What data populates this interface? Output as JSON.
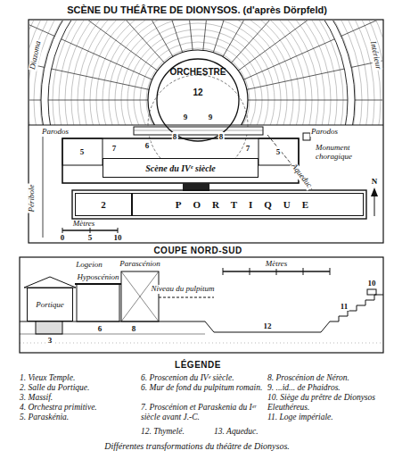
{
  "diagram": {
    "title": "SCÈNE DU THÉÂTRE DE DIONYSOS. (d'après Dörpfeld)",
    "caption": "Différentes transformations du théâtre de Dionysos.",
    "nodes": [
      {
        "text": [
          "ORCHESTRE",
          "12"
        ]
      },
      {
        "text": [
          "Scène du IVᵉ siècle"
        ]
      },
      {
        "text": [
          "2"
        ]
      },
      {
        "text": [
          "PORTIQUE"
        ]
      },
      {
        "text": [
          "Portique"
        ]
      }
    ],
    "labels": [
      "Diazoma",
      "Intérieur",
      "Parodos",
      "Parodos",
      "Monument choragique",
      "Péribole",
      "Mètres",
      "0",
      "5",
      "10",
      "N",
      "Aqueduc",
      "9",
      "9",
      "8",
      "8",
      "7",
      "7",
      "5",
      "5",
      "6",
      "COUPE NORD-SUD",
      "Logeion",
      "Parascénion",
      "Hyposcénion",
      "Niveau du pulpitum",
      "Mètres",
      "3",
      "6",
      "8",
      "12",
      "10",
      "11",
      "LÉGENDE"
    ],
    "legend": [
      {
        "text": "1. Vieux Temple."
      },
      {
        "text": "2. Salle du Portique."
      },
      {
        "text": "3. Massif."
      },
      {
        "text": "4. Orchestra primitive."
      },
      {
        "text": "5. Paraskénia."
      },
      {
        "text": "6. Proscenion du IVᵉ siècle."
      },
      {
        "text": "6. Mur de fond du pulpitum romain."
      },
      {
        "text": "7. Proscénion et Paraskenia du Iᵉʳ siècle avant J.-C."
      },
      {
        "text": "8. Proscénion de Néron."
      },
      {
        "text": "9. ...id... de Phaidros."
      },
      {
        "text": "10. Siège du prêtre de Dionysos Eleuthéreus."
      },
      {
        "text": "11. Loge impériale."
      },
      {
        "text": "12. Thymelé."
      },
      {
        "text": "13. Aqueduc."
      }
    ]
  }
}
